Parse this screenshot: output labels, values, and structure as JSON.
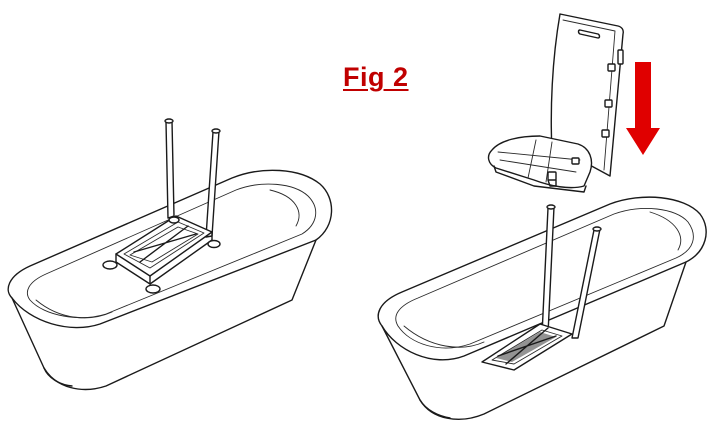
{
  "figure": {
    "label": "Fig 2",
    "label_color": "#c00000",
    "arrow_color": "#e00000",
    "arrow_icon": "arrow-down-icon"
  },
  "panels": [
    {
      "name": "bath-with-frame",
      "items": [
        "bathtub-left",
        "lift-frame"
      ]
    },
    {
      "name": "bath-with-seat-being-lowered",
      "items": [
        "bathtub-right",
        "lift-frame-in-tub",
        "bath-seat",
        "down-arrow"
      ]
    }
  ]
}
